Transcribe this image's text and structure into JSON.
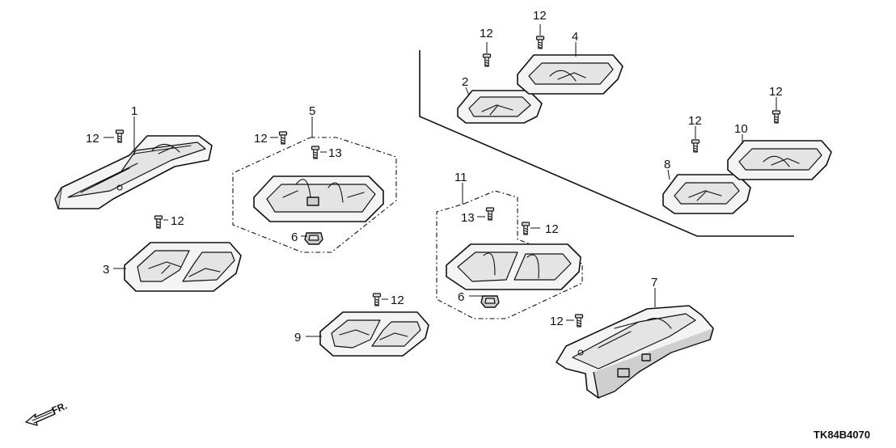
{
  "diagram": {
    "code": "TK84B4070",
    "front_marker": "FR.",
    "callouts": {
      "c1": "1",
      "c2": "2",
      "c3": "3",
      "c4": "4",
      "c5": "5",
      "c6a": "6",
      "c6b": "6",
      "c7": "7",
      "c8": "8",
      "c9": "9",
      "c10": "10",
      "c11": "11",
      "c12a": "12",
      "c12b": "12",
      "c12c": "12",
      "c12d": "12",
      "c12e": "12",
      "c12f": "12",
      "c12g": "12",
      "c12h": "12",
      "c12i": "12",
      "c12j": "12",
      "c13a": "13",
      "c13b": "13"
    }
  }
}
